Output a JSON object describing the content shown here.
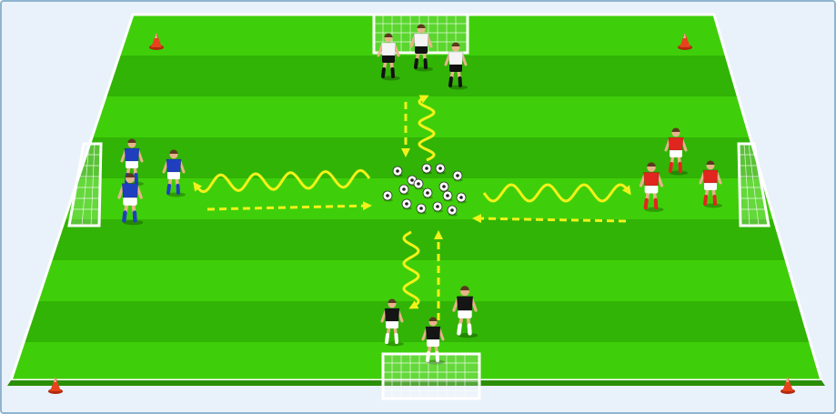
{
  "diagram": {
    "colors": {
      "background": "#ffffff",
      "frame_border": "#8fb4cf",
      "sky": "#e9f2fa",
      "pitch_light": "#3fcf0a",
      "pitch_dark": "#31b405",
      "lines": "#ffffff",
      "arrow": "#f2f21a",
      "cone": "#e8431c",
      "team_blue": "#1f3fbf",
      "team_red": "#e0261e",
      "team_white": "#f4f4f4",
      "team_black": "#151515",
      "skin": "#e7b48a",
      "ball": "#ffffff"
    },
    "icons": [
      "cone-icon",
      "soccer-ball-icon",
      "goal-icon",
      "player-icon"
    ],
    "teams": [
      {
        "name_id": "blue-team",
        "color_key": "team_blue",
        "players": 3,
        "side": "left"
      },
      {
        "name_id": "red-team",
        "color_key": "team_red",
        "players": 3,
        "side": "right"
      },
      {
        "name_id": "white-team",
        "color_key": "team_white",
        "players": 3,
        "side": "top"
      },
      {
        "name_id": "black-team",
        "color_key": "team_black",
        "players": 3,
        "side": "bottom"
      }
    ],
    "ball_count": 16,
    "cone_count": 4,
    "goal_count": 4,
    "arrow_styles": {
      "dribble": "wavy",
      "run": "dashed"
    }
  }
}
